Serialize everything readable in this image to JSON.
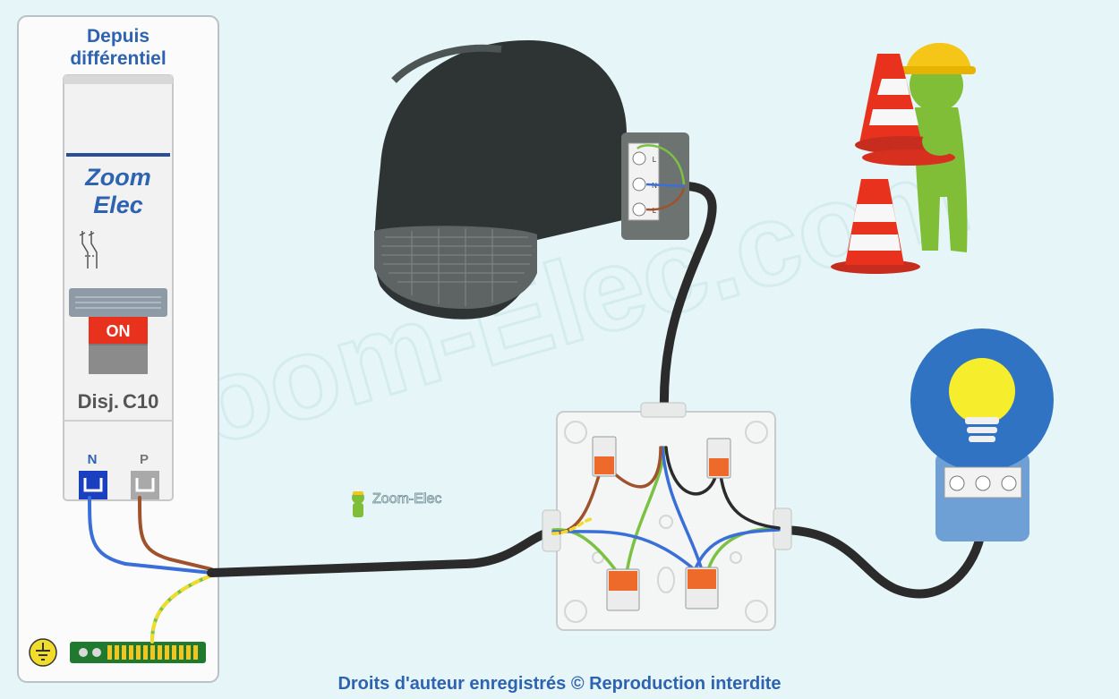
{
  "panel": {
    "source_line1": "Depuis",
    "source_line2": "différentiel"
  },
  "breaker": {
    "brand_line1": "Zoom",
    "brand_line2": "Elec",
    "state": "ON",
    "model_prefix": "Disj.",
    "model_rating": "C10",
    "terminal_neutral": "N",
    "terminal_phase": "P"
  },
  "logo_small": "Zoom-Elec",
  "watermark": "Zoom-Elec.com",
  "footer": "Droits d'auteur enregistrés © Reproduction interdite",
  "sensor_terminals": [
    "L",
    "N",
    "L"
  ],
  "colors": {
    "background": "#e6f6f8",
    "title_blue": "#2d63b0",
    "phase_brown": "#a0522d",
    "neutral_blue": "#3a6fd8",
    "earth_green_yellow": "#7cc242",
    "cable_black": "#2b2b2b",
    "breaker_red": "#e8321e",
    "lamp_yellow": "#f6ee2c",
    "lamp_disc": "#2f73c2",
    "wago_orange": "#ee6a2a"
  },
  "icons": [
    "earth-symbol-icon",
    "lightbulb-icon",
    "worker-mascot-icon",
    "traffic-cone-icon"
  ]
}
